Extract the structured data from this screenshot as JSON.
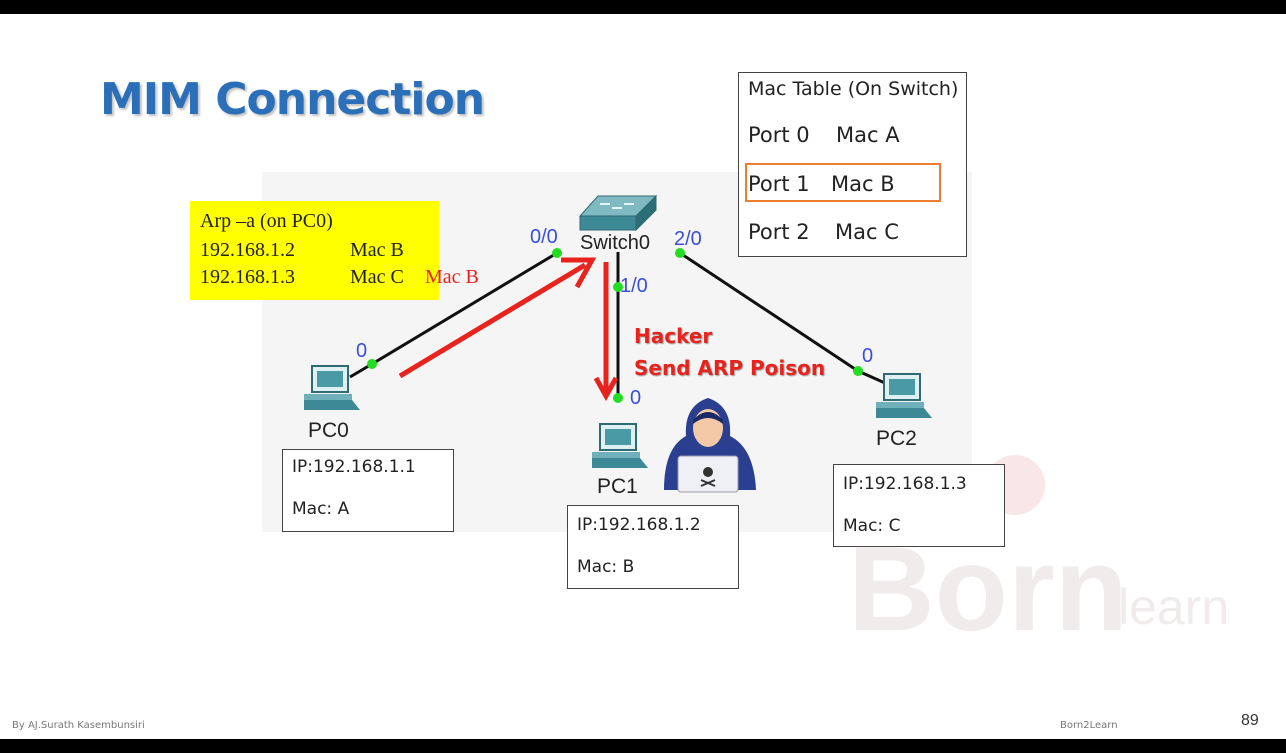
{
  "slide": {
    "title": "MIM Connection",
    "page_number": "89",
    "footer_author": "By AJ.Surath Kasembunsiri",
    "footer_brand": "Born2Learn",
    "watermark_main": "Born",
    "watermark_sub": "learn"
  },
  "arp_table": {
    "header": "Arp –a  (on PC0)",
    "rows": [
      {
        "ip": "192.168.1.2",
        "mac": "Mac B"
      },
      {
        "ip": "192.168.1.3",
        "mac": "Mac C",
        "mac_struck": true,
        "replacement": "Mac B"
      }
    ]
  },
  "mac_table": {
    "header": "Mac Table (On Switch)",
    "rows": [
      {
        "port": "Port 0",
        "mac": "Mac A"
      },
      {
        "port": "Port 1",
        "mac": "Mac B",
        "highlighted": true
      },
      {
        "port": "Port 2",
        "mac": "Mac C"
      }
    ]
  },
  "topology": {
    "switch": {
      "label": "Switch0",
      "ports": [
        "0/0",
        "1/0",
        "2/0"
      ]
    },
    "devices": [
      {
        "name": "PC0",
        "port": "0",
        "ip": "IP:192.168.1.1",
        "mac": "Mac: A"
      },
      {
        "name": "PC1",
        "port": "0",
        "ip": "IP:192.168.1.2",
        "mac": "Mac: B"
      },
      {
        "name": "PC2",
        "port": "0",
        "ip": "IP:192.168.1.3",
        "mac": "Mac: C"
      }
    ],
    "hacker_label_1": "Hacker",
    "hacker_label_2": "Send ARP Poison"
  },
  "colors": {
    "title": "#2a6fb8",
    "arp_highlight": "#ffff00",
    "attack_arrow": "#e8231d",
    "port_label": "#3a4fd8",
    "link_dot": "#22dd22",
    "mac_highlight_border": "#ed7d31"
  },
  "icons": [
    "switch-icon",
    "pc-icon",
    "hacker-icon",
    "skull-icon"
  ]
}
